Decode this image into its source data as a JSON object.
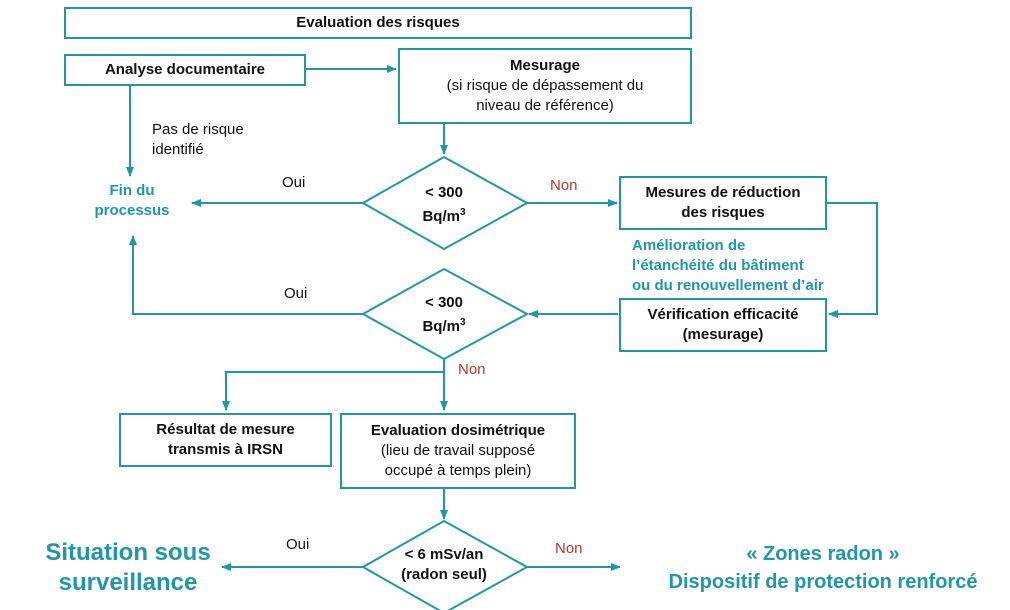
{
  "title": "Evaluation des risques",
  "analyse": "Analyse documentaire",
  "mesurage": {
    "title": "Mesurage",
    "line1": "(si risque de dépassement du",
    "line2": "niveau de référence)"
  },
  "pas_de_risque": {
    "line1": "Pas de risque",
    "line2": "identifié"
  },
  "fin": {
    "line1": "Fin du",
    "line2": "processus"
  },
  "decision1": {
    "line1": "< 300",
    "unit": "Bq/m",
    "sup": "3",
    "yes": "Oui",
    "no": "Non"
  },
  "reduction": {
    "line1": "Mesures de réduction",
    "line2": "des risques"
  },
  "amelioration": {
    "line1": "Amélioration de",
    "line2": "l’étanchéité du bâtiment",
    "line3": "ou du renouvellement d’air"
  },
  "verification": {
    "line1": "Vérification efficacité",
    "line2": "(mesurage)"
  },
  "decision2": {
    "line1": "< 300",
    "unit": "Bq/m",
    "sup": "3",
    "yes": "Oui",
    "no": "Non"
  },
  "resultat": {
    "line1": "Résultat de mesure",
    "line2": "transmis à IRSN"
  },
  "dosimetrie": {
    "title": "Evaluation dosimétrique",
    "line1": "(lieu de travail supposé",
    "line2": "occupé à temps plein)"
  },
  "decision3": {
    "line1": "< 6 mSv/an",
    "line2": "(radon seul)",
    "yes": "Oui",
    "no": "Non"
  },
  "situation": {
    "line1": "Situation sous",
    "line2": "surveillance"
  },
  "zones": {
    "line1": "« Zones radon »",
    "line2": "Dispositif de protection renforcé"
  },
  "colors": {
    "accent": "#1f97a8",
    "no_label": "#b33a2e"
  }
}
